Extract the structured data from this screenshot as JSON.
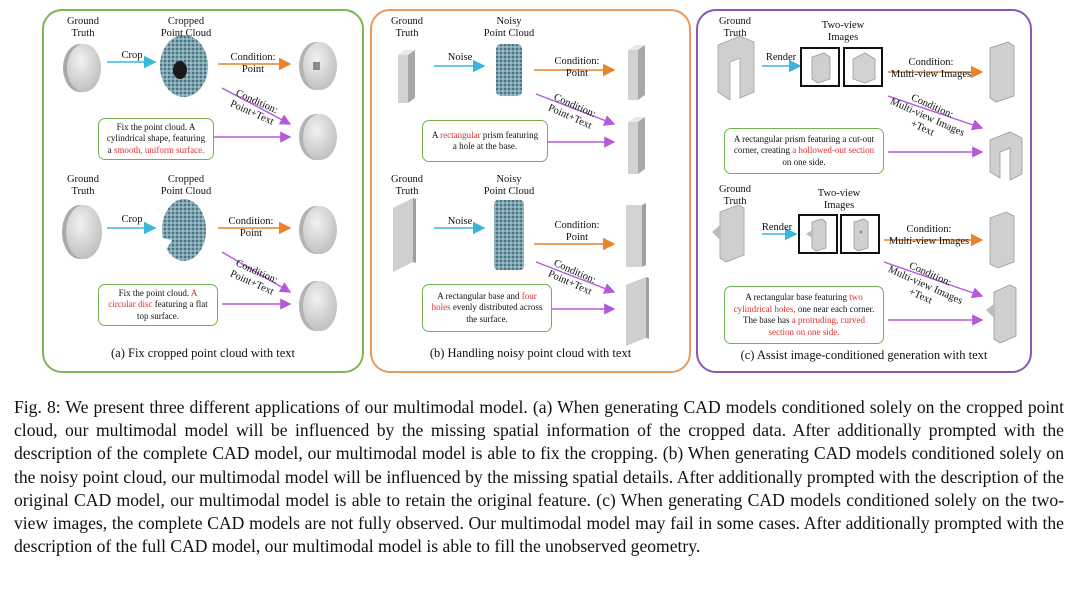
{
  "panel_a": {
    "caption": "(a) Fix cropped point cloud with text",
    "row1": {
      "gt_label": "Ground\nTruth",
      "op_label": "Crop",
      "pc_label": "Cropped\nPoint Cloud",
      "cond1": "Condition:\nPoint",
      "cond2": "Condition:\nPoint+Text",
      "text_pre": "Fix the point cloud. A cylindrical shape, featuring a ",
      "text_red": "smooth, uniform surface.",
      "text_post": ""
    },
    "row2": {
      "gt_label": "Ground\nTruth",
      "op_label": "Crop",
      "pc_label": "Cropped\nPoint Cloud",
      "cond1": "Condition:\nPoint",
      "cond2": "Condition:\nPoint+Text",
      "text_pre": "Fix the point cloud. ",
      "text_red": "A circular disc",
      "text_post": " featuring a flat top surface."
    }
  },
  "panel_b": {
    "caption": "(b) Handling noisy point cloud with text",
    "row1": {
      "gt_label": "Ground\nTruth",
      "op_label": "Noise",
      "pc_label": "Noisy\nPoint Cloud",
      "cond1": "Condition:\nPoint",
      "cond2": "Condition:\nPoint+Text",
      "text_pre": "A ",
      "text_red": "rectangular",
      "text_post": " prism featuring a hole at the base."
    },
    "row2": {
      "gt_label": "Ground\nTruth",
      "op_label": "Noise",
      "pc_label": "Noisy\nPoint Cloud",
      "cond1": "Condition:\nPoint",
      "cond2": "Condition:\nPoint+Text",
      "text_pre": "A rectangular base and ",
      "text_red": "four holes",
      "text_post": " evenly distributed across the surface."
    }
  },
  "panel_c": {
    "caption": "(c) Assist image-conditioned generation with text",
    "row1": {
      "gt_label": "Ground\nTruth",
      "op_label": "Render",
      "views_label": "Two-view\nImages",
      "cond1": "Condition:\nMulti-view Images",
      "cond2": "Condition:\nMulti-view Images\n+Text",
      "text_pre": "A rectangular prism featuring a cut-out corner, creating ",
      "text_red": "a hollowed-out section",
      "text_post": " on one side."
    },
    "row2": {
      "gt_label": "Ground\nTruth",
      "op_label": "Render",
      "views_label": "Two-view\nImages",
      "cond1": "Condition:\nMulti-view Images",
      "cond2": "Condition:\nMulti-view Images\n+Text",
      "text_pre": "A rectangular base featuring ",
      "text_red": "two cylindrical holes,",
      "text_post": " one near each corner. The base has ",
      "text_red2": "a protruding, curved section on one side."
    }
  },
  "figure_caption": "Fig. 8: We present three different applications of our multimodal model. (a) When generating CAD models conditioned solely on the cropped point cloud, our multimodal model will be influenced by the missing spatial information of the cropped data. After additionally prompted with the description of the complete CAD model, our multimodal model is able to fix the cropping. (b) When generating CAD models conditioned solely on the noisy point cloud, our multimodal model will be influenced by the missing spatial details. After additionally prompted with the description of the original CAD model, our multimodal model is able to retain the original feature. (c) When generating CAD models conditioned solely on the two-view images, the complete CAD models are not fully observed. Our multimodal model may fail in some cases. After additionally prompted with the description of the full CAD model, our multimodal model is able to fill the unobserved geometry.",
  "colors": {
    "panel_a_border": "#7cb552",
    "panel_b_border": "#e89a5b",
    "panel_c_border": "#8a55b8",
    "arrow_cyan": "#3ab7d8",
    "arrow_orange": "#e8842c",
    "arrow_purple": "#b45ad8",
    "highlight_red": "#e03030",
    "text_box_border": "#6fb24f"
  }
}
